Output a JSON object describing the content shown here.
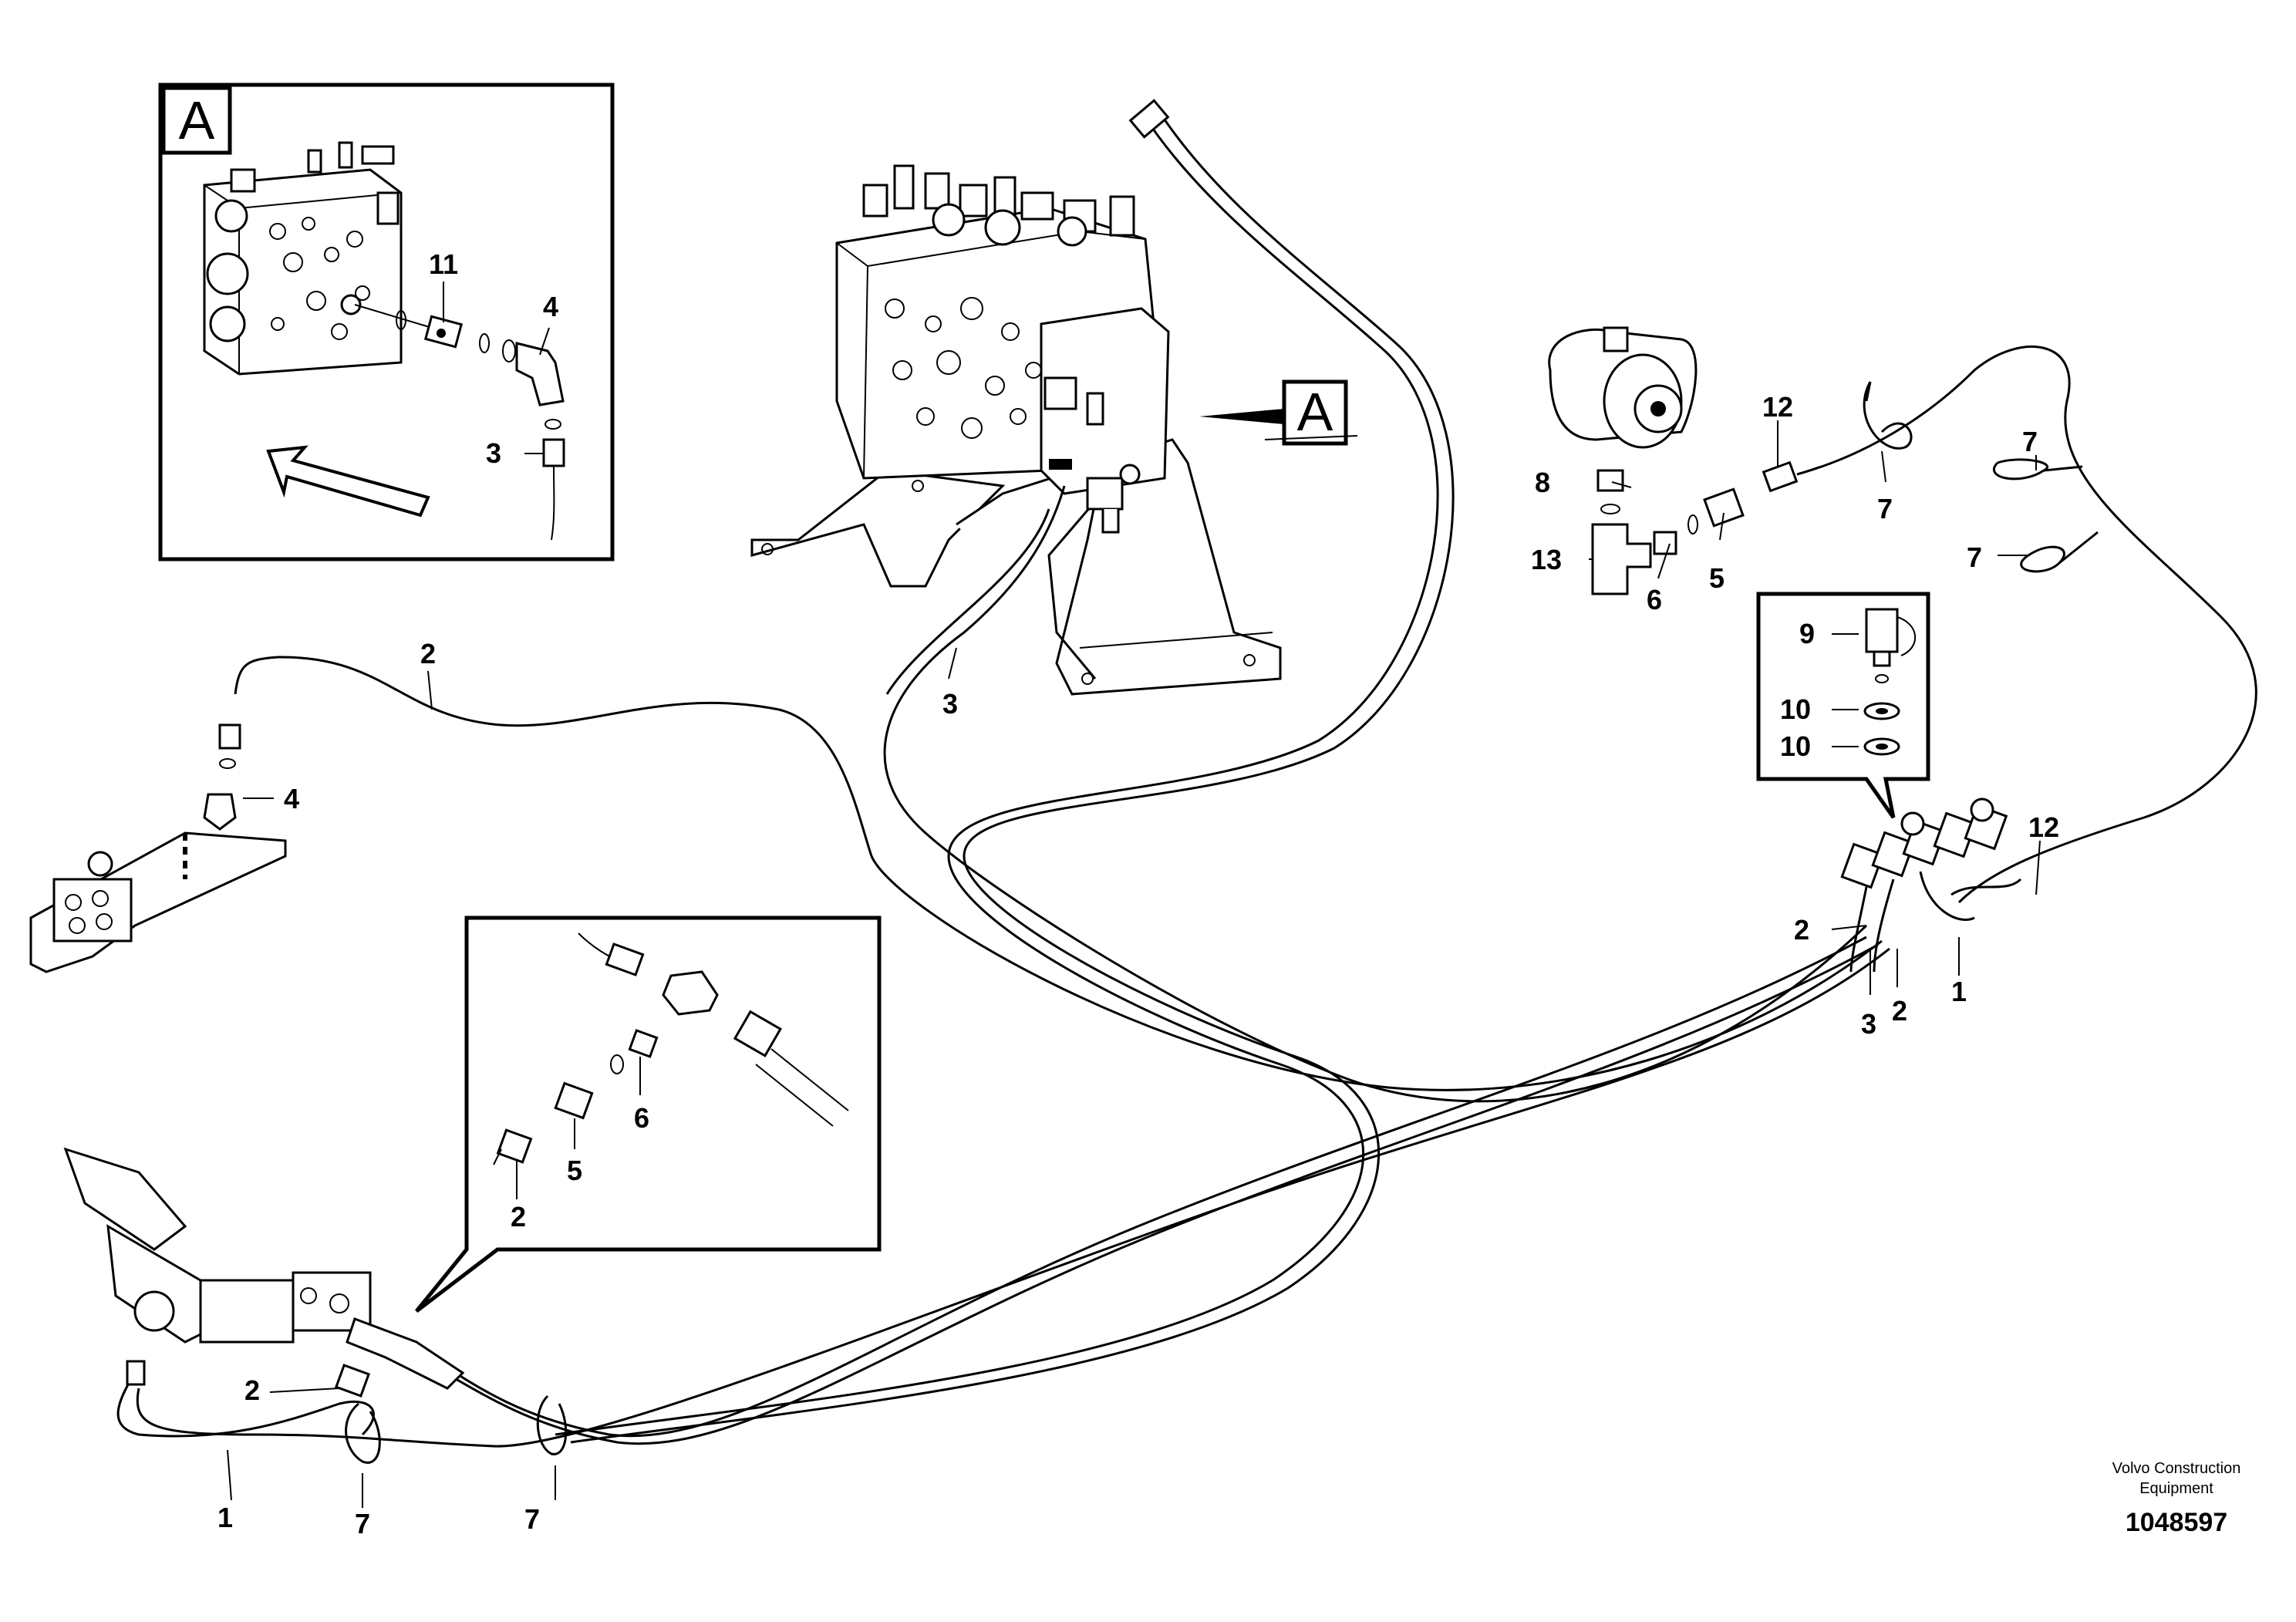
{
  "diagram": {
    "callouts": [
      {
        "id": "c-a11",
        "text": "11"
      },
      {
        "id": "c-a4",
        "text": "4"
      },
      {
        "id": "c-a3",
        "text": "3"
      },
      {
        "id": "c-3mid",
        "text": "3"
      },
      {
        "id": "c-2top",
        "text": "2"
      },
      {
        "id": "c-4left",
        "text": "4"
      },
      {
        "id": "c-12top",
        "text": "12"
      },
      {
        "id": "c-7topA",
        "text": "7"
      },
      {
        "id": "c-7topB",
        "text": "7"
      },
      {
        "id": "c-7topC",
        "text": "7"
      },
      {
        "id": "c-8",
        "text": "8"
      },
      {
        "id": "c-13",
        "text": "13"
      },
      {
        "id": "c-6top",
        "text": "6"
      },
      {
        "id": "c-5top",
        "text": "5"
      },
      {
        "id": "c-9",
        "text": "9"
      },
      {
        "id": "c-10a",
        "text": "10"
      },
      {
        "id": "c-10b",
        "text": "10"
      },
      {
        "id": "c-12right",
        "text": "12"
      },
      {
        "id": "c-2right",
        "text": "2"
      },
      {
        "id": "c-3right",
        "text": "3"
      },
      {
        "id": "c-2rightB",
        "text": "2"
      },
      {
        "id": "c-1right",
        "text": "1"
      },
      {
        "id": "c-6det",
        "text": "6"
      },
      {
        "id": "c-5det",
        "text": "5"
      },
      {
        "id": "c-2det",
        "text": "2"
      },
      {
        "id": "c-2bottom",
        "text": "2"
      },
      {
        "id": "c-1bottom",
        "text": "1"
      },
      {
        "id": "c-7bottomA",
        "text": "7"
      },
      {
        "id": "c-7bottomB",
        "text": "7"
      }
    ],
    "detail_letter": "A",
    "view_marker_letter": "A",
    "brand_line1": "Volvo Construction",
    "brand_line2": "Equipment",
    "document_number": "1048597"
  }
}
